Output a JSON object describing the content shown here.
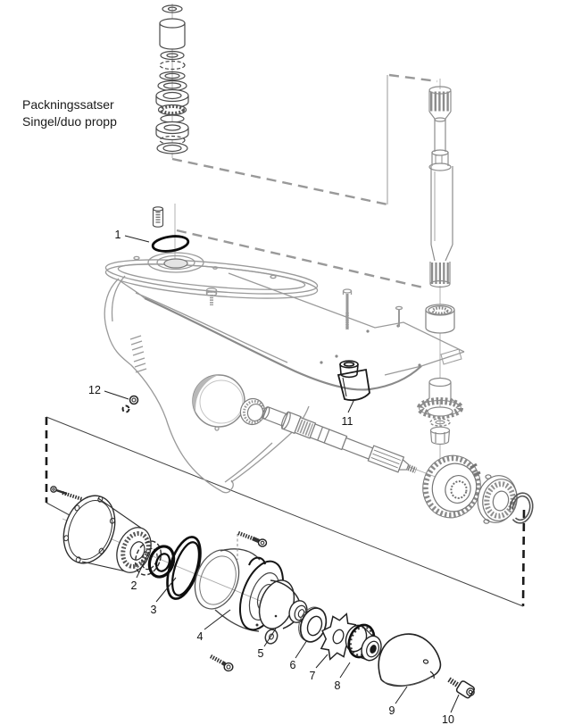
{
  "diagram": {
    "title": {
      "line1": "Packningssatser",
      "line2": "Singel/duo propp"
    },
    "callouts": [
      {
        "label": "1"
      },
      {
        "label": "2"
      },
      {
        "label": "3"
      },
      {
        "label": "4"
      },
      {
        "label": "5"
      },
      {
        "label": "6"
      },
      {
        "label": "7"
      },
      {
        "label": "8"
      },
      {
        "label": "9"
      },
      {
        "label": "10"
      },
      {
        "label": "11"
      },
      {
        "label": "12"
      }
    ],
    "colors": {
      "background": "#ffffff",
      "text": "#1a1a1a",
      "housing_line": "#9a9a9a",
      "part_line_gray": "#8c8c8c",
      "part_line_dark": "#2e2e2e",
      "bold_seal": "#0d0d0d",
      "kit_boundary_dash": "#1a1a1a",
      "connector_dash": "#999999"
    }
  }
}
